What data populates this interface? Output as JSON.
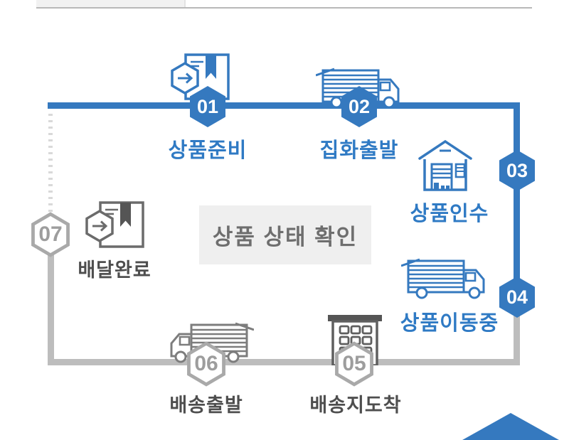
{
  "steps": [
    {
      "id": "01",
      "label": "상품준비",
      "state": "done"
    },
    {
      "id": "02",
      "label": "집화출발",
      "state": "done"
    },
    {
      "id": "03",
      "label": "상품인수",
      "state": "done"
    },
    {
      "id": "04",
      "label": "상품이동중",
      "state": "done"
    },
    {
      "id": "05",
      "label": "배송지도착",
      "state": "todo"
    },
    {
      "id": "06",
      "label": "배송출발",
      "state": "todo"
    },
    {
      "id": "07",
      "label": "배달완료",
      "state": "todo"
    }
  ],
  "center_banner": {
    "label": "상품 상태 확인"
  },
  "icons": {
    "step01": "package-dispatch-icon",
    "step02": "truck-icon",
    "step03": "warehouse-icon",
    "step04": "truck-icon",
    "step05": "building-icon",
    "step06": "truck-icon-mirrored",
    "step07": "package-dispatch-icon",
    "corner": "triangle-up-icon"
  },
  "colors": {
    "active_blue": "#3579bf",
    "label_blue": "#2f7ac4",
    "track_gray": "#bdbdbd",
    "dot_gray": "#d9d9d9",
    "hex_outline_gray": "#a9a9a9",
    "number_gray": "#9d9d9d",
    "label_dark": "#4e4e4e",
    "icon_gray": "#7d7d7d",
    "banner_bg": "#efefef",
    "banner_text": "#6e6e6e",
    "tabbar_bg": "#f1f1f1",
    "tabbar_line": "#b8b8b8"
  }
}
